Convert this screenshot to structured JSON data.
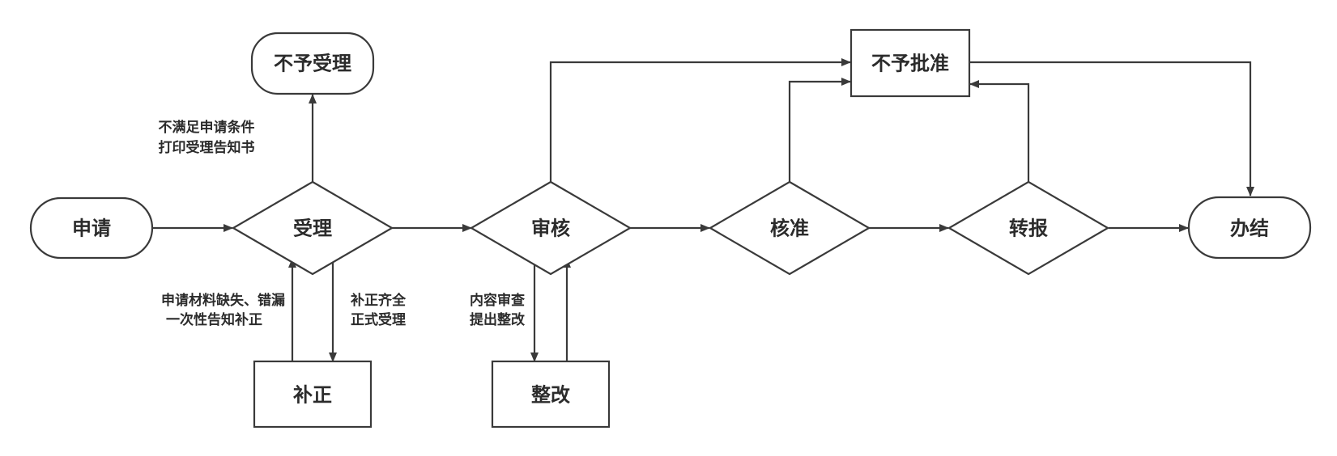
{
  "nodes": {
    "apply": "申请",
    "accept": "受理",
    "reject_accept": "不予受理",
    "supplement": "补正",
    "review": "审核",
    "rectify": "整改",
    "approve": "核准",
    "forward": "转报",
    "reject_approve": "不予批准",
    "complete": "办结"
  },
  "edge_labels": {
    "not_meet_1": "不满足申请条件",
    "not_meet_2": "打印受理告知书",
    "missing_1": "申请材料缺失、错漏",
    "missing_2": "一次性告知补正",
    "complete_1": "补正齐全",
    "complete_2": "正式受理",
    "review_1": "内容审查",
    "review_2": "提出整改"
  }
}
